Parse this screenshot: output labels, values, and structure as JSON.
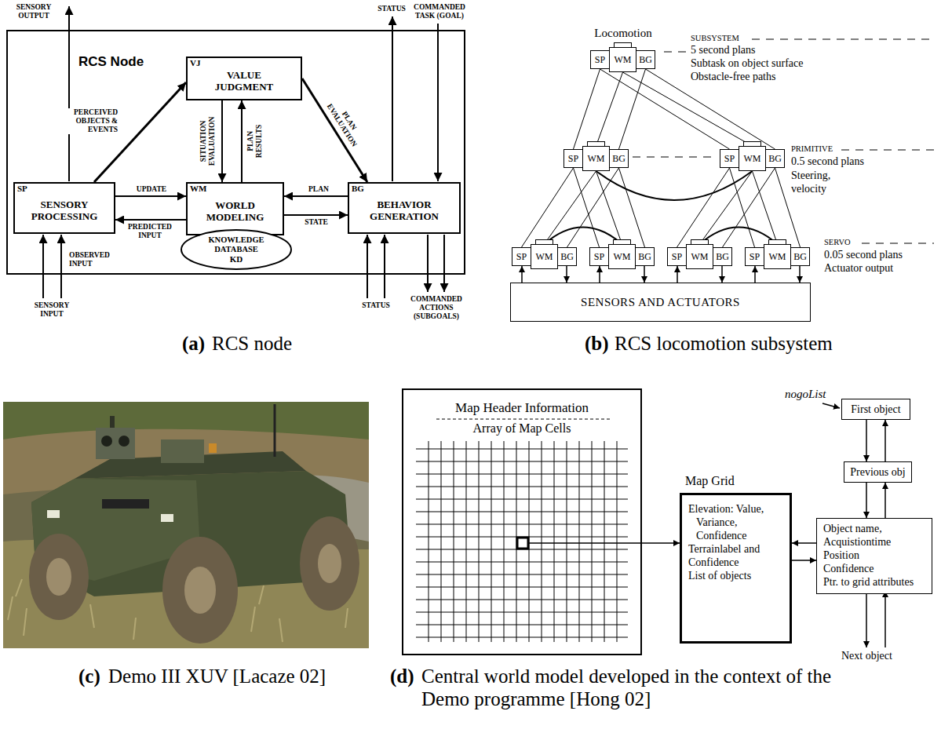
{
  "diagram": {
    "nodes": [
      {
        "text": [
          "RCS Node"
        ]
      },
      {
        "text": [
          "VJ",
          "VALUE JUDGMENT"
        ],
        "in": 0
      },
      {
        "text": [
          "SP",
          "SENSORY PROCESSING"
        ],
        "in": 0
      },
      {
        "text": [
          "WM",
          "WORLD MODELING"
        ],
        "in": 0
      },
      {
        "text": [
          "KNOWLEDGE DATABASE",
          "KD"
        ],
        "in": 0
      },
      {
        "text": [
          "BG",
          "BEHAVIOR GENERATION"
        ],
        "in": 0
      },
      {
        "text": [
          "SP"
        ]
      },
      {
        "text": [
          "WM"
        ]
      },
      {
        "text": [
          "BG"
        ]
      },
      {
        "text": [
          "SP"
        ]
      },
      {
        "text": [
          "WM"
        ]
      },
      {
        "text": [
          "BG"
        ]
      },
      {
        "text": [
          "SP"
        ]
      },
      {
        "text": [
          "WM"
        ]
      },
      {
        "text": [
          "BG"
        ]
      },
      {
        "text": [
          "SP"
        ]
      },
      {
        "text": [
          "WM"
        ]
      },
      {
        "text": [
          "BG"
        ]
      },
      {
        "text": [
          "SP"
        ]
      },
      {
        "text": [
          "WM"
        ]
      },
      {
        "text": [
          "BG"
        ]
      },
      {
        "text": [
          "SP"
        ]
      },
      {
        "text": [
          "WM"
        ]
      },
      {
        "text": [
          "BG"
        ]
      },
      {
        "text": [
          "SP"
        ]
      },
      {
        "text": [
          "WM"
        ]
      },
      {
        "text": [
          "BG"
        ]
      },
      {
        "text": [
          "SENSORS AND ACTUATORS"
        ]
      },
      {
        "text": [
          "Map Header Information",
          "Array of Map Cells"
        ]
      },
      {
        "text": [
          "Map Grid",
          "Elevation: Value, Variance, Confidence",
          "Terrainlabel and Confidence",
          "List of objects"
        ]
      },
      {
        "text": [
          "First object"
        ]
      },
      {
        "text": [
          "Previous obj"
        ]
      },
      {
        "text": [
          "Object name,",
          "Acquistiontime",
          "Position",
          "Confidence",
          "Ptr. to grid attributes"
        ]
      }
    ],
    "edges": [
      {
        "from": 2,
        "to": 1,
        "arrow": "to",
        "label": "PERCEIVED OBJECTS & EVENTS"
      },
      {
        "from": 1,
        "to": 3,
        "arrow": "to",
        "label": "SITUATION EVALUATION"
      },
      {
        "from": 3,
        "to": 1,
        "arrow": "to",
        "label": "PLAN RESULTS"
      },
      {
        "from": 1,
        "to": 5,
        "arrow": "to",
        "label": "PLAN EVALUATION"
      },
      {
        "from": 2,
        "to": 3,
        "arrow": "to",
        "label": "UPDATE"
      },
      {
        "from": 3,
        "to": 2,
        "arrow": "to",
        "label": "PREDICTED INPUT"
      },
      {
        "from": 5,
        "to": 3,
        "arrow": "to",
        "label": "PLAN"
      },
      {
        "from": 3,
        "to": 5,
        "arrow": "to",
        "label": "STATE"
      },
      {
        "from": 6,
        "to": 9,
        "arrow": "none"
      },
      {
        "from": 6,
        "to": 12,
        "arrow": "none"
      },
      {
        "from": 7,
        "to": 10,
        "arrow": "none"
      },
      {
        "from": 7,
        "to": 13,
        "arrow": "none"
      },
      {
        "from": 8,
        "to": 11,
        "arrow": "none"
      },
      {
        "from": 8,
        "to": 14,
        "arrow": "none"
      },
      {
        "from": 9,
        "to": 15,
        "arrow": "none"
      },
      {
        "from": 9,
        "to": 18,
        "arrow": "none"
      },
      {
        "from": 10,
        "to": 16,
        "arrow": "none"
      },
      {
        "from": 10,
        "to": 19,
        "arrow": "none"
      },
      {
        "from": 11,
        "to": 17,
        "arrow": "none"
      },
      {
        "from": 11,
        "to": 20,
        "arrow": "none"
      },
      {
        "from": 12,
        "to": 21,
        "arrow": "none"
      },
      {
        "from": 12,
        "to": 24,
        "arrow": "none"
      },
      {
        "from": 13,
        "to": 22,
        "arrow": "none"
      },
      {
        "from": 13,
        "to": 25,
        "arrow": "none"
      },
      {
        "from": 14,
        "to": 23,
        "arrow": "none"
      },
      {
        "from": 14,
        "to": 26,
        "arrow": "none"
      },
      {
        "from": 10,
        "to": 13,
        "arrow": "none"
      },
      {
        "from": 16,
        "to": 19,
        "arrow": "none"
      },
      {
        "from": 22,
        "to": 25,
        "arrow": "none"
      },
      {
        "from": 27,
        "to": 15,
        "arrow": "to"
      },
      {
        "from": 17,
        "to": 27,
        "arrow": "to"
      },
      {
        "from": 27,
        "to": 18,
        "arrow": "to"
      },
      {
        "from": 20,
        "to": 27,
        "arrow": "to"
      },
      {
        "from": 27,
        "to": 21,
        "arrow": "to"
      },
      {
        "from": 23,
        "to": 27,
        "arrow": "to"
      },
      {
        "from": 27,
        "to": 24,
        "arrow": "to"
      },
      {
        "from": 26,
        "to": 27,
        "arrow": "to"
      },
      {
        "from": 28,
        "to": 29,
        "arrow": "to"
      },
      {
        "from": 32,
        "to": 29,
        "arrow": "to"
      },
      {
        "from": 29,
        "to": 32,
        "arrow": "to"
      },
      {
        "from": 30,
        "to": 31,
        "arrow": "to"
      },
      {
        "from": 31,
        "to": 30,
        "arrow": "to"
      },
      {
        "from": 31,
        "to": 32,
        "arrow": "to"
      },
      {
        "from": 32,
        "to": 31,
        "arrow": "to"
      }
    ],
    "labels": [
      "SENSORY OUTPUT",
      "STATUS",
      "COMMANDED TASK (GOAL)",
      "OBSERVED INPUT",
      "SENSORY INPUT",
      "STATUS",
      "COMMANDED ACTIONS (SUBGOALS)",
      "Locomotion",
      "SUBSYSTEM",
      "5 second plans",
      "Subtask on object surface",
      "Obstacle-free paths",
      "PRIMITIVE",
      "0.5 second plans",
      "Steering, velocity",
      "SERVO",
      "0.05 second plans",
      "Actuator output",
      "nogoList",
      "Next object",
      "(a)",
      "RCS node",
      "(b)",
      "RCS locomotion subsystem",
      "(c)",
      "Demo III XUV [Lacaze 02]",
      "(d)",
      "Central world model developed in the context of the Demo programme [Hong 02]"
    ]
  }
}
